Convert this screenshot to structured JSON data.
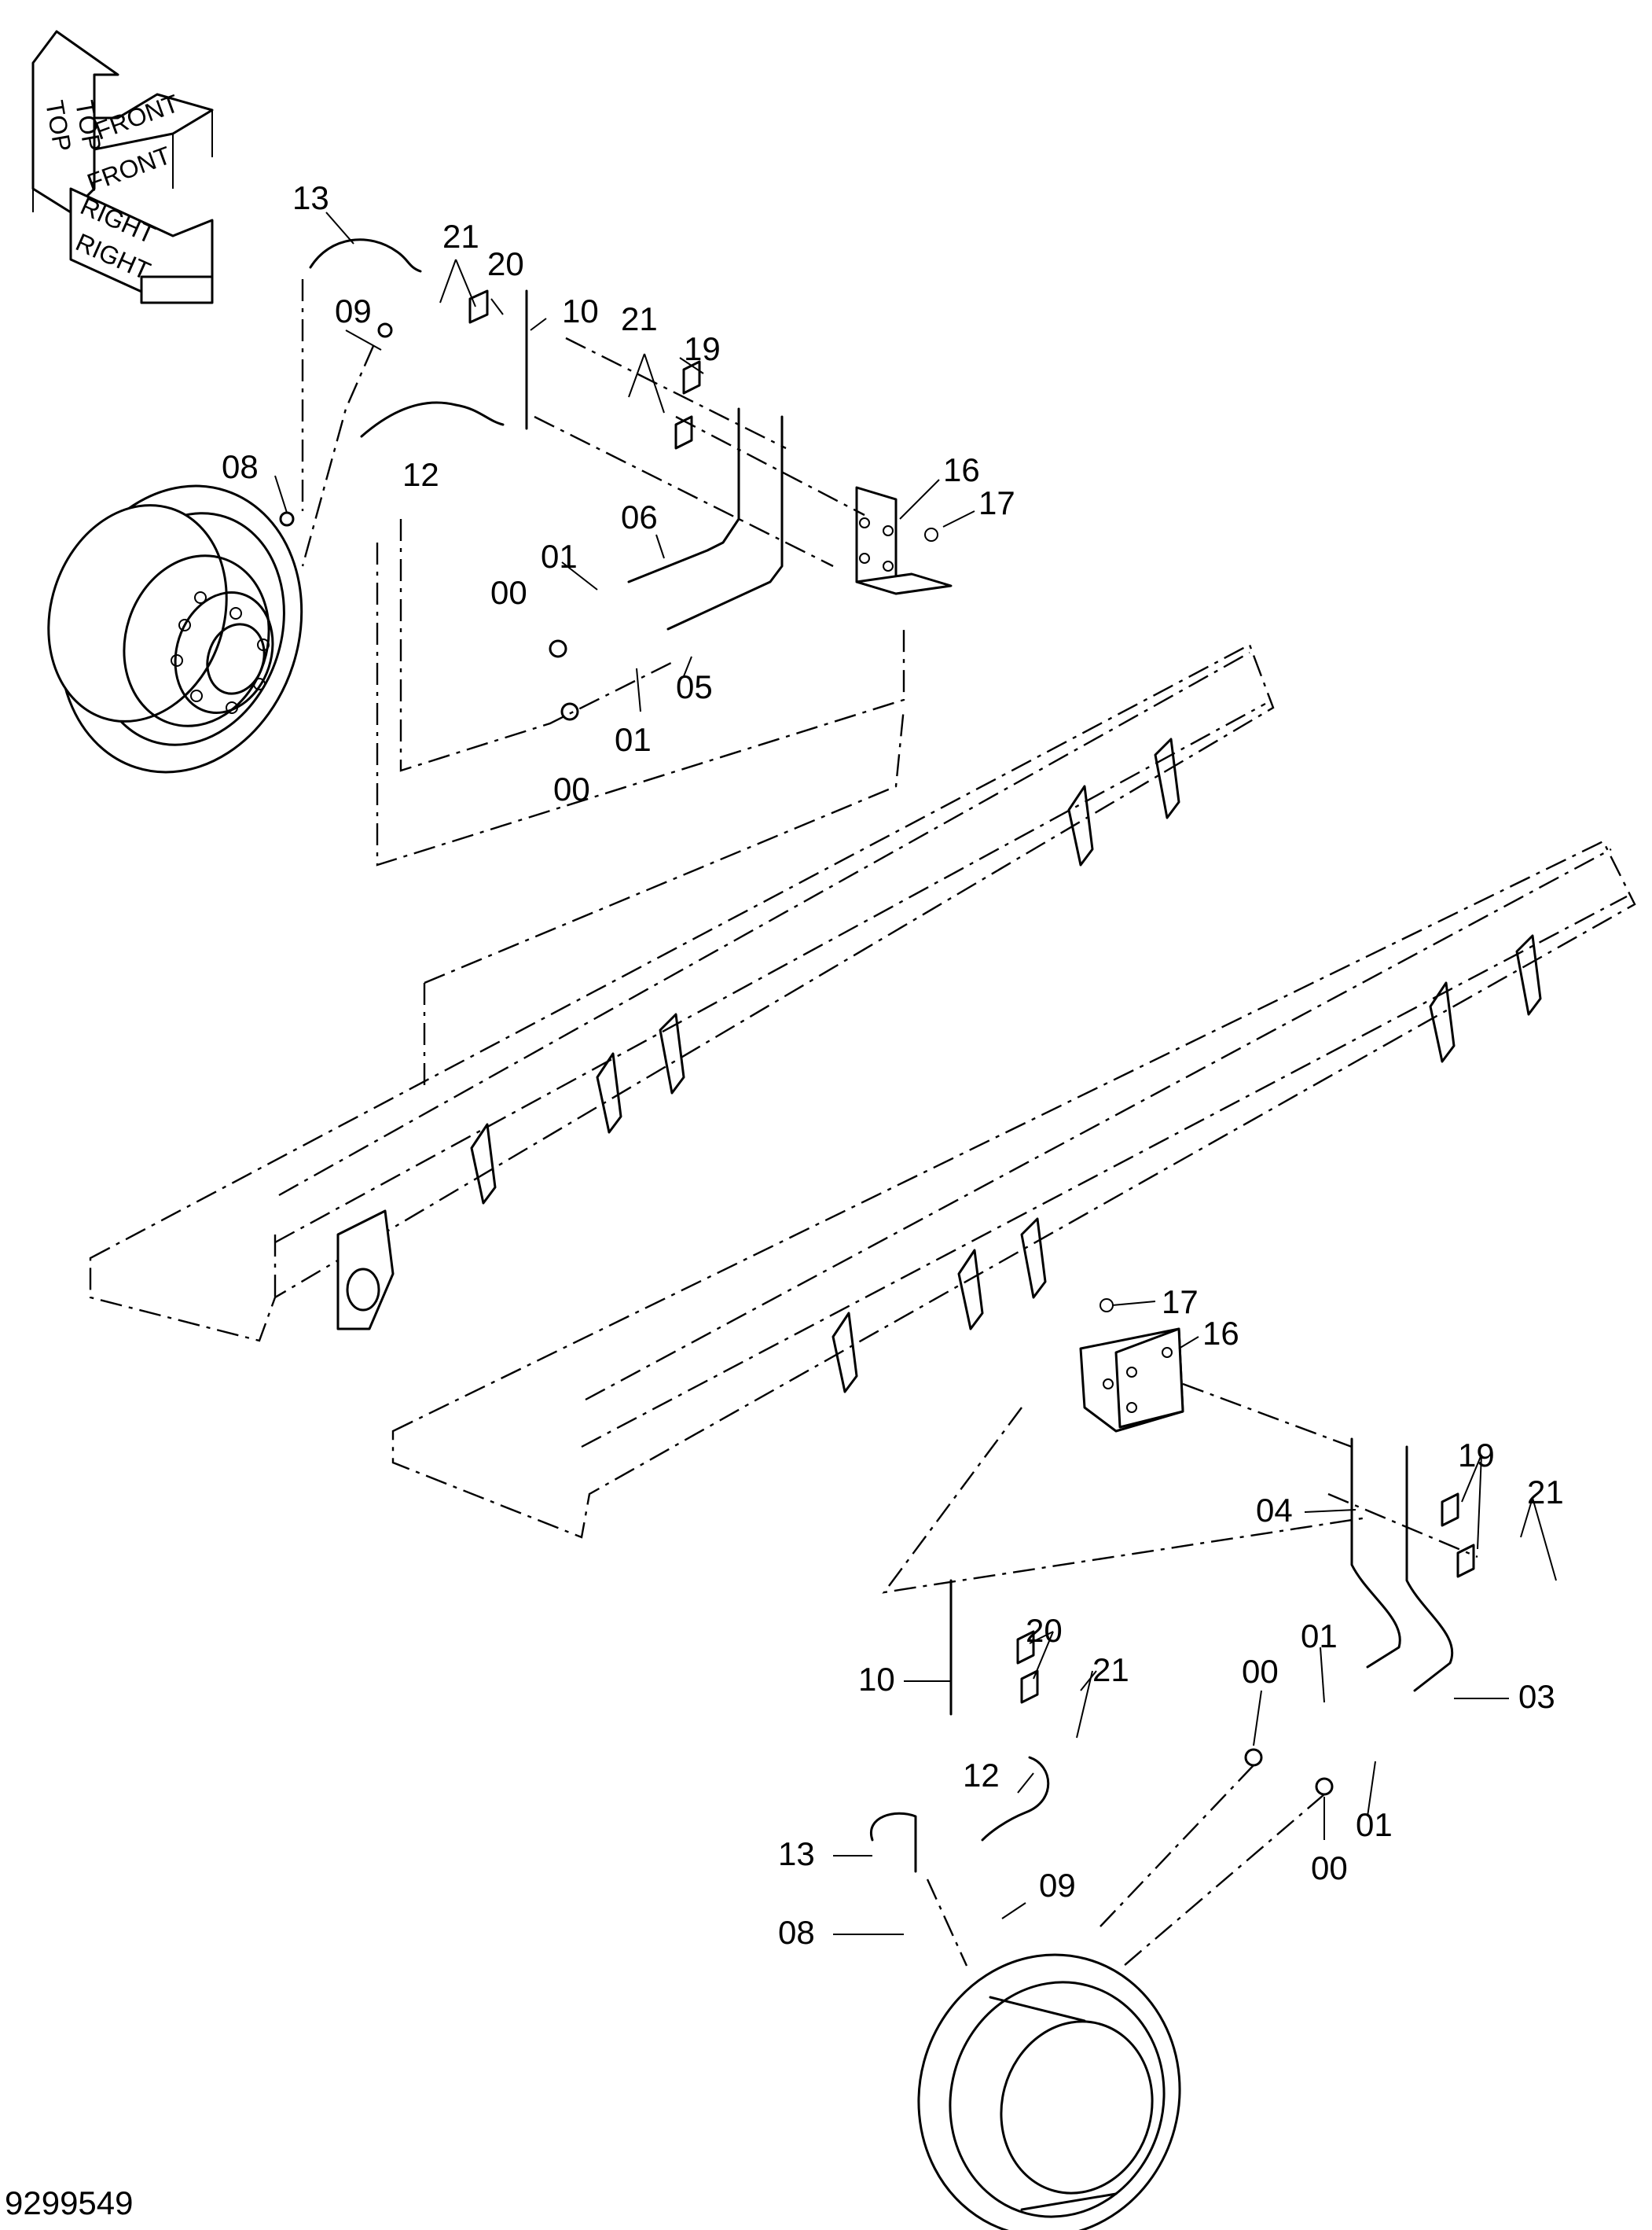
{
  "orientation": {
    "top": "TOP",
    "front": "FRONT",
    "right": "RIGHT"
  },
  "document_number": "9299549",
  "labels": {
    "upper": {
      "l13": "13",
      "l21a": "21",
      "l20": "20",
      "l10": "10",
      "l09": "09",
      "l21b": "21",
      "l19": "19",
      "l08": "08",
      "l12": "12",
      "l16": "16",
      "l17": "17",
      "l06": "06",
      "l01a": "01",
      "l00a": "00",
      "l05": "05",
      "l01b": "01",
      "l00b": "00"
    },
    "lower": {
      "l17": "17",
      "l16": "16",
      "l19": "19",
      "l21a": "21",
      "l04": "04",
      "l20": "20",
      "l21b": "21",
      "l10": "10",
      "l01a": "01",
      "l00a": "00",
      "l03": "03",
      "l12": "12",
      "l01b": "01",
      "l13": "13",
      "l09": "09",
      "l08": "08",
      "l00b": "00"
    }
  }
}
